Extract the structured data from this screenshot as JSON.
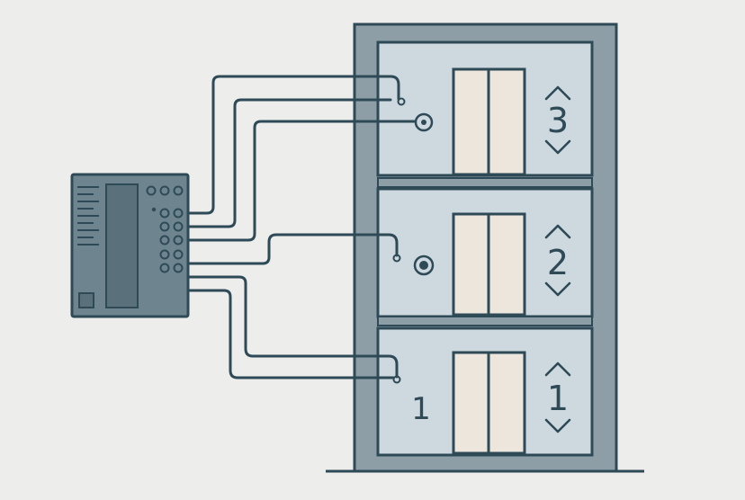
{
  "floors": [
    {
      "number": "3",
      "up_label": "up",
      "down_label": "down"
    },
    {
      "number": "2",
      "up_label": "up",
      "down_label": "down"
    },
    {
      "number": "1",
      "up_label": "up",
      "down_label": "down"
    }
  ],
  "landing_number": "1",
  "colors": {
    "background": "#ededec",
    "building_fill": "#8e9ea7",
    "floor_fill": "#cdd8df",
    "door_fill": "#ece6dc",
    "stroke": "#2f4a57",
    "panel_fill": "#6e8590",
    "panel_screen": "#5a717c",
    "wire": "#2f4a57"
  },
  "icons": {
    "up": "chevron-up-icon",
    "down": "chevron-down-icon",
    "sensor": "circle-sensor-icon"
  }
}
